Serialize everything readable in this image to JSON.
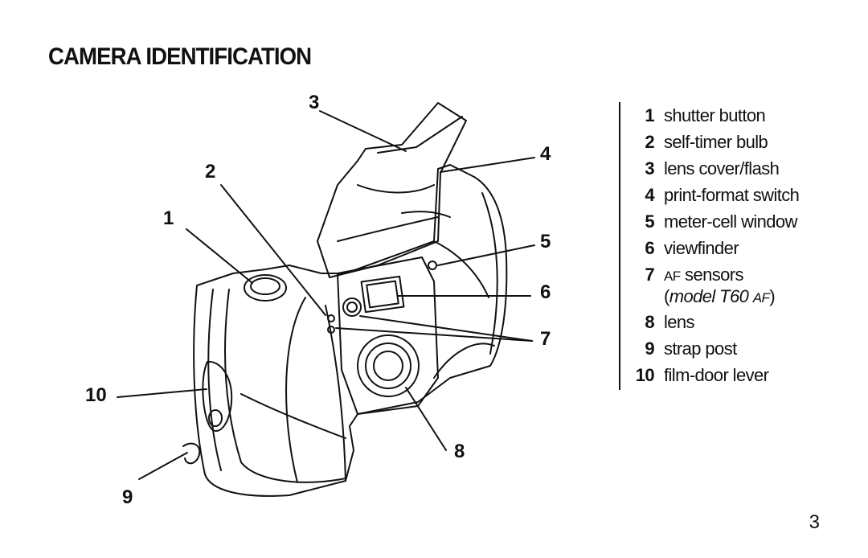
{
  "title": "CAMERA IDENTIFICATION",
  "callouts": [
    "1",
    "2",
    "3",
    "4",
    "5",
    "6",
    "7",
    "8",
    "9",
    "10"
  ],
  "legend": {
    "items": [
      {
        "num": "1",
        "text": "shutter button"
      },
      {
        "num": "2",
        "text": "self-timer bulb"
      },
      {
        "num": "3",
        "text": "lens cover/flash"
      },
      {
        "num": "4",
        "text": "print-format switch"
      },
      {
        "num": "5",
        "text": "meter-cell window"
      },
      {
        "num": "6",
        "text": "viewfinder"
      },
      {
        "num": "7",
        "prefix": "AF",
        "text": "sensors",
        "sub_open": "(",
        "sub_model": "model T60",
        "sub_af": "AF",
        "sub_close": ")"
      },
      {
        "num": "8",
        "text": "lens"
      },
      {
        "num": "9",
        "text": "strap post"
      },
      {
        "num": "10",
        "text": "film-door lever"
      }
    ]
  },
  "page_number": "3"
}
